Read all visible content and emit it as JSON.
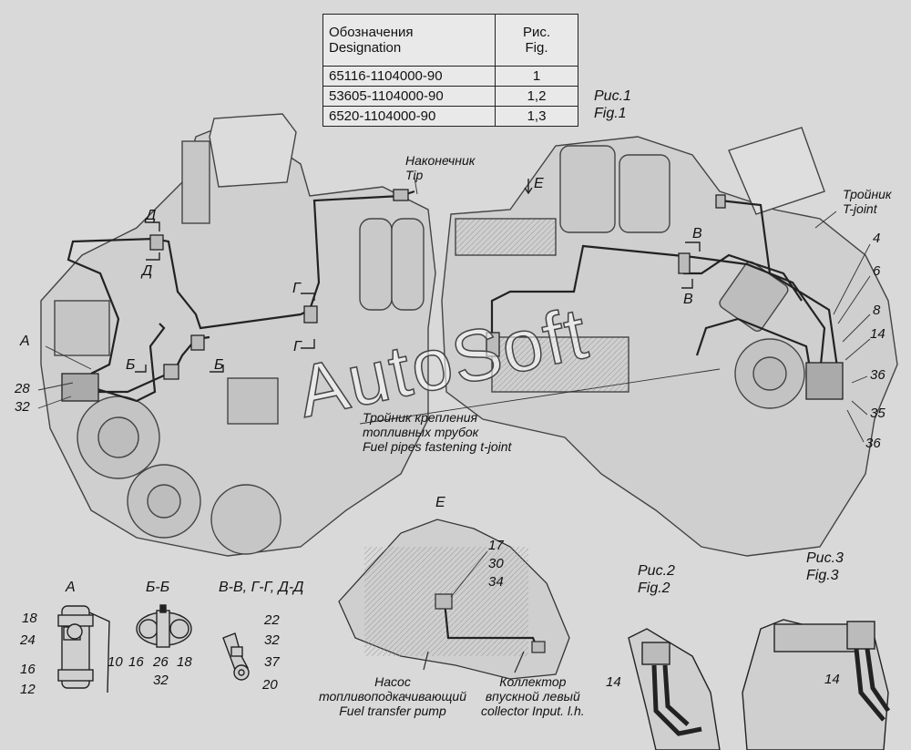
{
  "table": {
    "header_designation": "Обозначения\nDesignation",
    "header_fig": "Рис.\nFig.",
    "rows": [
      {
        "designation": "65116-1104000-90",
        "fig": "1"
      },
      {
        "designation": "53605-1104000-90",
        "fig": "1,2"
      },
      {
        "designation": "6520-1104000-90",
        "fig": "1,3"
      }
    ]
  },
  "figures": {
    "fig1": "Рис.1\nFig.1",
    "fig2": "Рис.2\nFig.2",
    "fig3": "Рис.3\nFig.3"
  },
  "callouts": {
    "tip": "Наконечник\nTip",
    "tjoint": "Тройник\nT-joint",
    "fastening": "Тройник крепления\nтопливных трубок\nFuel pipes fastening t-joint",
    "pump": "Насос\nтопливоподкачивающий\nFuel transfer pump",
    "collector": "Коллектор\nвпускной левый\ncollector Input. l.h."
  },
  "views": {
    "a": "А",
    "bb": "Б-Б",
    "vv": "В-В, Г-Г, Д-Д",
    "e": "Е",
    "e_arrow": "Е"
  },
  "section_marks": {
    "d_top": "Д",
    "d_bot": "Д",
    "b_left": "Б",
    "b_right": "Б",
    "g_top": "Г",
    "g_bot": "Г",
    "v_top": "В",
    "v_bot": "В",
    "a_main": "А"
  },
  "numbers": {
    "n28": "28",
    "n32a": "32",
    "n4": "4",
    "n6": "6",
    "n8": "8",
    "n14a": "14",
    "n36a": "36",
    "n35": "35",
    "n36b": "36",
    "a18": "18",
    "a24": "24",
    "a16": "16",
    "a12": "12",
    "b10": "10",
    "b16": "16",
    "b26": "26",
    "b18": "18",
    "b32": "32",
    "v22": "22",
    "v32": "32",
    "v37": "37",
    "v20": "20",
    "e17": "17",
    "e30": "30",
    "e34": "34",
    "f2_14": "14",
    "f3_14": "14"
  },
  "watermark": "AutoSoft"
}
